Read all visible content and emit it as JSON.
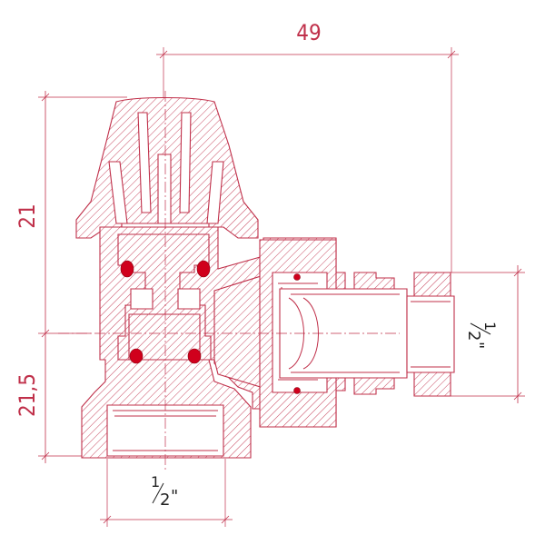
{
  "dimensions": {
    "overall_width": "49",
    "height_top": "21",
    "height_bottom": "21,5",
    "bottom_thread": {
      "whole": "1",
      "denominator": "2",
      "mark": "\""
    },
    "side_thread": {
      "whole": "1",
      "denominator": "2",
      "mark": "\""
    }
  },
  "colors": {
    "line": "#c0304a",
    "seal": "#d0001c",
    "background": "#ffffff"
  }
}
